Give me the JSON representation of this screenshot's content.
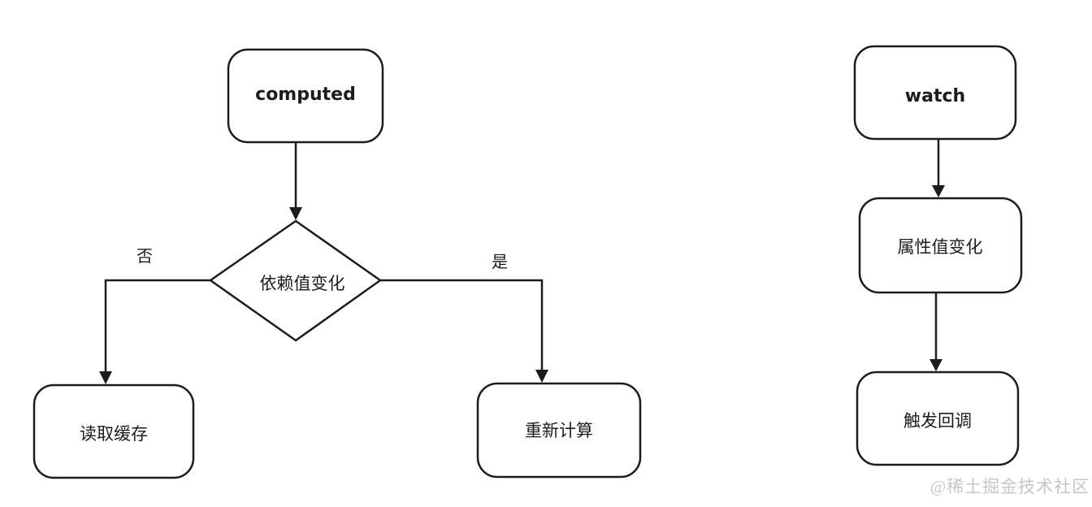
{
  "diagram": {
    "computed_flow": {
      "start_label": "computed",
      "decision_label": "依赖值变化",
      "branch_no_label": "否",
      "branch_yes_label": "是",
      "no_result_label": "读取缓存",
      "yes_result_label": "重新计算"
    },
    "watch_flow": {
      "start_label": "watch",
      "step_label": "属性值变化",
      "end_label": "触发回调"
    },
    "watermark_label": "@稀土掘金技术社区"
  },
  "colors": {
    "background": "#ffffff",
    "stroke": "#1c1c1c",
    "node_fill": "#ffffff",
    "watermark": "#c6c6c6"
  }
}
